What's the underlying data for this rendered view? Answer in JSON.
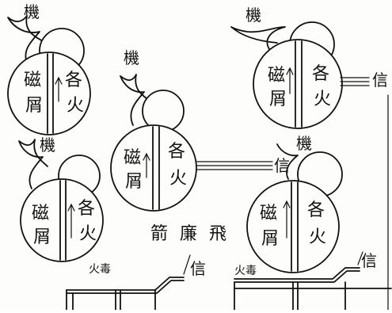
{
  "device_labels": {
    "trigger": "機",
    "magnet_left_top": "磁",
    "magnet_left_bottom": "屑",
    "fire_right_top": "各",
    "fire_right_bottom": "火"
  },
  "fuse_label": "信",
  "caption": "箭 廉 飛",
  "poison_fire_label": "火毒"
}
